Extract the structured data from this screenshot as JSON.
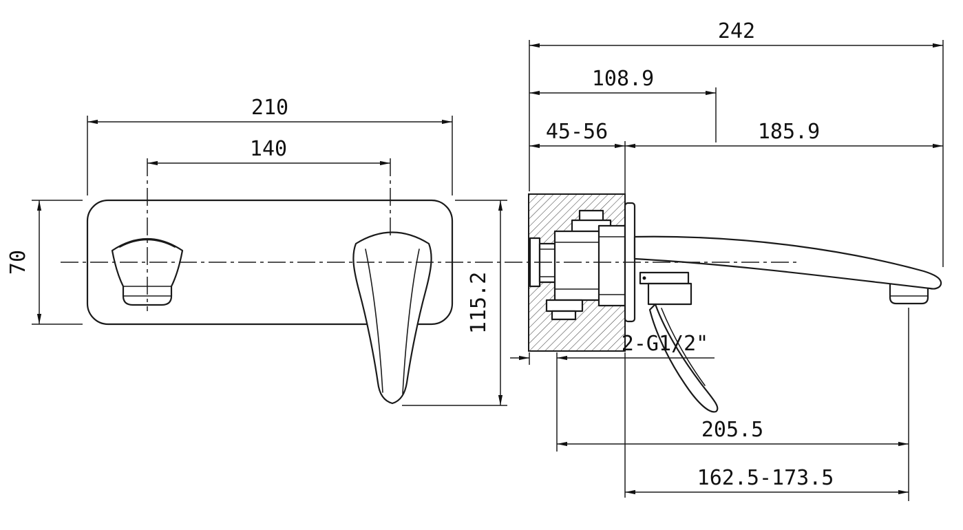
{
  "colors": {
    "background": "#ffffff",
    "line": "#1a1a1a"
  },
  "front_view": {
    "dim_plate_width": "210",
    "dim_center_distance": "140",
    "dim_plate_height": "70",
    "dim_overall_height": "115.2"
  },
  "side_view": {
    "dim_overall_depth": "242",
    "dim_rough_in_depth": "108.9",
    "dim_wall_thickness_range": "45-56",
    "dim_spout_projection": "185.9",
    "dim_thread_note": "2-G1/2\"",
    "dim_outlet_reach": "205.5",
    "dim_outlet_reach_range": "162.5-173.5"
  }
}
